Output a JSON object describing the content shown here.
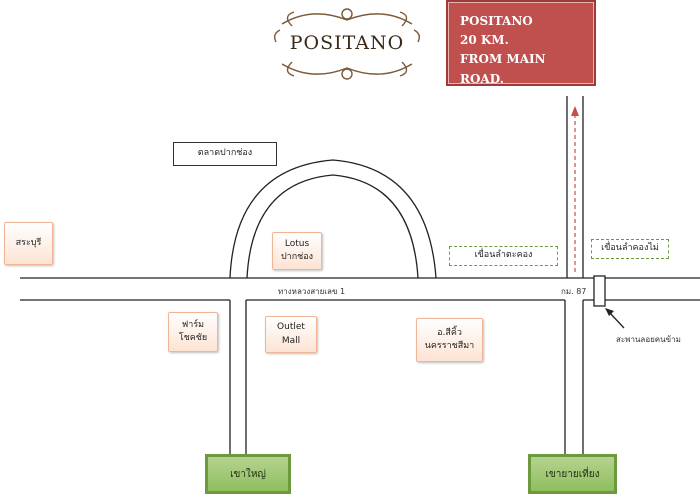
{
  "logo": {
    "text": "POSITANO",
    "color": "#7a5a3a"
  },
  "info_box": {
    "line1": "POSITANO",
    "line2": "20 KM.",
    "line3": "FROM MAIN ROAD.",
    "color": "#c0504d"
  },
  "landmarks": {
    "talat_pak_chong": "ตลาดปากช่อง",
    "saraburi": "สระบุรี",
    "lotus": {
      "line1": "Lotus",
      "line2": "ปากช่อง"
    },
    "farm": {
      "line1": "ฟาร์ม",
      "line2": "โชคชัย"
    },
    "outlet": {
      "line1": "Outlet",
      "line2": "Mall"
    },
    "sikhio": {
      "line1": "อ.สีคิ้ว",
      "line2": "นครราชสีมา"
    },
    "dashed_left": "เขื่อนลำตะคอง",
    "dashed_right": "เขื่อนลำคองไม่"
  },
  "roads": {
    "highway": "ทางหลวงสายเลข 1",
    "km": "กม. 87",
    "bridge": "สะพานลอยคนข้าม"
  },
  "destinations": {
    "left": "เขาใหญ่",
    "right": "เขายายเที่ยง"
  },
  "colors": {
    "road": "#222222",
    "arrow": "#c0504d",
    "green": "#8fbe5f",
    "peach": "#fde3d3"
  }
}
